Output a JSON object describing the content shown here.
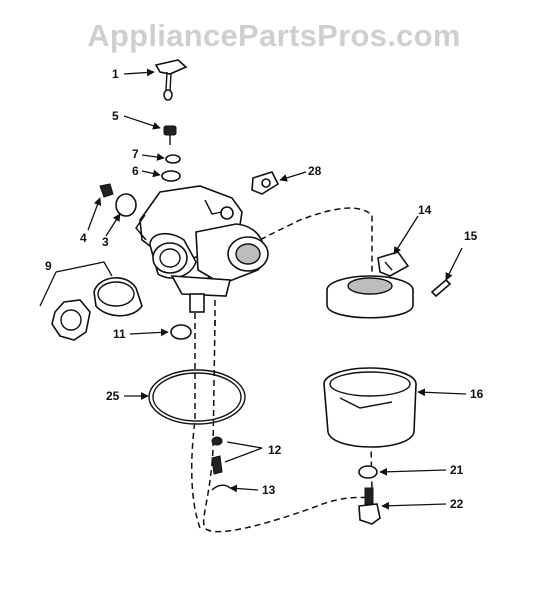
{
  "watermark": "AppliancePartsPros.com",
  "parts": {
    "p1": "1",
    "p5": "5",
    "p7": "7",
    "p6": "6",
    "p28": "28",
    "p4": "4",
    "p3": "3",
    "p9": "9",
    "p11": "11",
    "p25": "25",
    "p12": "12",
    "p13": "13",
    "p14": "14",
    "p15": "15",
    "p16": "16",
    "p21": "21",
    "p22": "22"
  }
}
